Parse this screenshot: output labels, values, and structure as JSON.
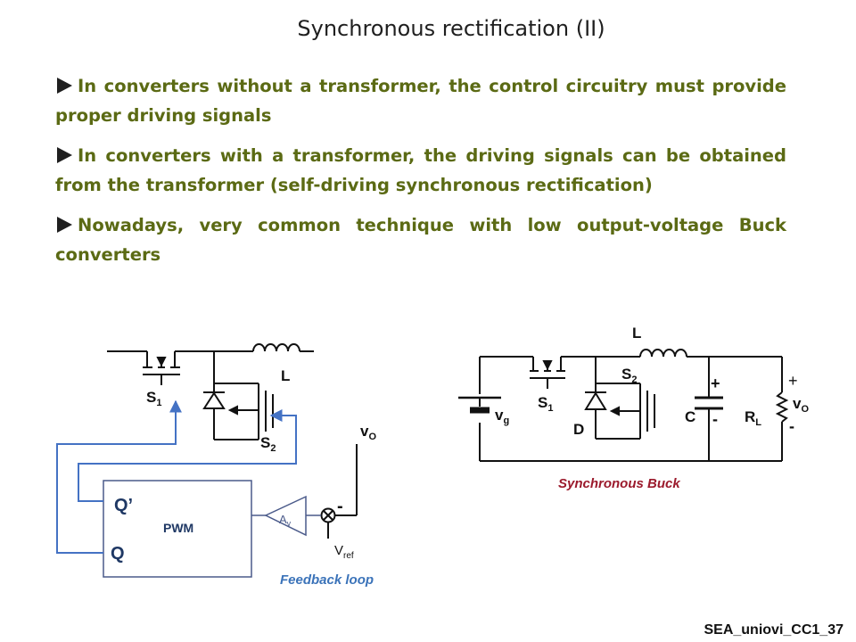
{
  "slide": {
    "title": "Synchronous rectification (II)",
    "bullets": [
      "In converters without a transformer, the control circuitry must provide proper driving signals",
      "In converters with a transformer, the driving signals can be obtained from the transformer (self-driving synchronous rectification)",
      "Nowadays, very common technique with low output-voltage Buck converters"
    ],
    "footer": "SEA_uniovi_CC1_37"
  },
  "left_circuit": {
    "switch1": {
      "main": "S",
      "sub": "1"
    },
    "switch2": {
      "main": "S",
      "sub": "2"
    },
    "inductor": "L",
    "output": {
      "main": "v",
      "sub": "O"
    },
    "pwm_block": {
      "label": "PWM",
      "q_prime": "Q’",
      "q": "Q"
    },
    "amp": {
      "main": "A",
      "sub": "v"
    },
    "minus_sign": "-",
    "vref": {
      "main": "V",
      "sub": "ref"
    },
    "caption": "Feedback loop"
  },
  "right_circuit": {
    "source": {
      "main": "v",
      "sub": "g"
    },
    "switch1": {
      "main": "S",
      "sub": "1"
    },
    "switch2": {
      "main": "S",
      "sub": "2"
    },
    "diode": "D",
    "inductor": "L",
    "capacitor": "C",
    "cap_plus": "+",
    "cap_minus": "-",
    "load": {
      "main": "R",
      "sub": "L"
    },
    "out_plus": "+",
    "out_minus": "-",
    "output": {
      "main": "v",
      "sub": "O"
    },
    "caption": "Synchronous Buck"
  },
  "colors": {
    "bullet_text": "#5b6a14",
    "caption": "#9b1a2c",
    "blue_wire": "#4472c4",
    "pwm_text": "#1f3864"
  }
}
